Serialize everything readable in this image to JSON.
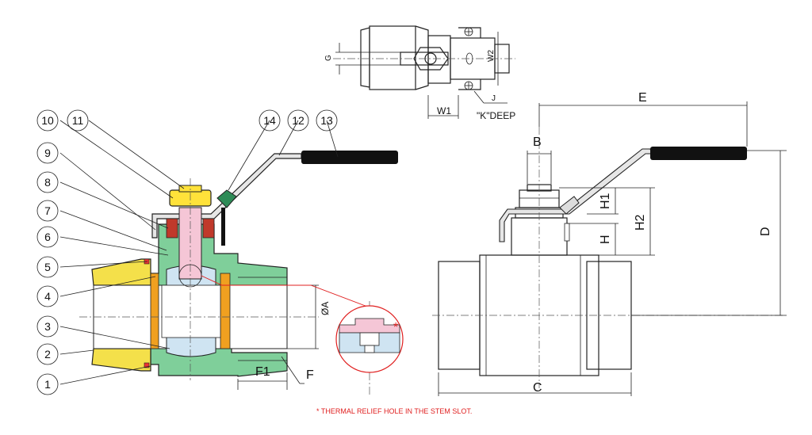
{
  "colors": {
    "body_green": "#7fcf9a",
    "end_cap_yellow": "#f4e04a",
    "nut_yellow": "#ffe23a",
    "stem_pink": "#f5c6d6",
    "packing_red": "#c0392b",
    "seat_orange": "#f0a020",
    "ball_blue": "#cfe4f2",
    "handle_black": "#111111",
    "note_red": "#e02020"
  },
  "callouts": [
    "1",
    "2",
    "3",
    "4",
    "5",
    "6",
    "7",
    "8",
    "9",
    "10",
    "11",
    "12",
    "13",
    "14"
  ],
  "top_view": {
    "labels": {
      "g": "G",
      "w2": "W2",
      "w1": "W1",
      "j": "J",
      "k_deep": "\"K\"DEEP"
    }
  },
  "section_view": {
    "labels": {
      "oa": "ØA",
      "f1": "F1",
      "f": "F"
    }
  },
  "side_view": {
    "labels": {
      "b": "B",
      "e": "E",
      "d": "D",
      "h1": "H1",
      "h2": "H2",
      "h": "H",
      "c": "C"
    }
  },
  "detail": {
    "marker": "*"
  },
  "note": "* THERMAL RELIEF HOLE IN THE STEM SLOT."
}
